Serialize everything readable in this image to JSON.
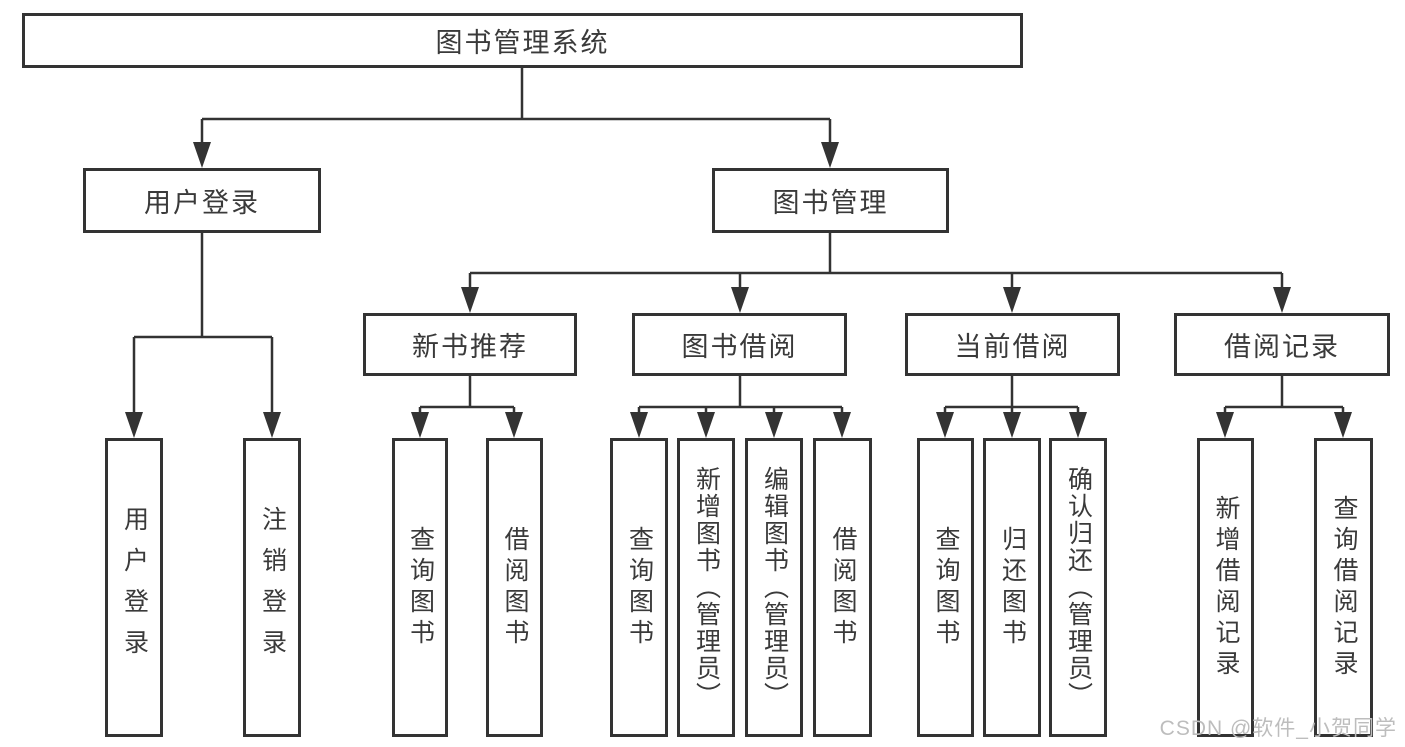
{
  "diagram": {
    "type": "hierarchy-tree",
    "orientation": "top-down",
    "colors": {
      "background": "#ffffff",
      "line": "#333333",
      "box_border": "#333333",
      "box_fill": "#ffffff",
      "text": "#3a3a3a",
      "watermark": "#bdbdbd"
    },
    "tree": {
      "label": "图书管理系统",
      "children": [
        {
          "label": "用户登录",
          "children": [
            {
              "label": "用户登录"
            },
            {
              "label": "注销登录"
            }
          ]
        },
        {
          "label": "图书管理",
          "children": [
            {
              "label": "新书推荐",
              "children": [
                {
                  "label": "查询图书"
                },
                {
                  "label": "借阅图书"
                }
              ]
            },
            {
              "label": "图书借阅",
              "children": [
                {
                  "label": "查询图书"
                },
                {
                  "label": "新增图书（管理员）"
                },
                {
                  "label": "编辑图书（管理员）"
                },
                {
                  "label": "借阅图书"
                }
              ]
            },
            {
              "label": "当前借阅",
              "children": [
                {
                  "label": "查询图书"
                },
                {
                  "label": "归还图书"
                },
                {
                  "label": "确认归还（管理员）"
                }
              ]
            },
            {
              "label": "借阅记录",
              "children": [
                {
                  "label": "新增借阅记录"
                },
                {
                  "label": "查询借阅记录"
                }
              ]
            }
          ]
        }
      ]
    },
    "watermark": {
      "text": "CSDN @软件_小贺同学"
    }
  }
}
